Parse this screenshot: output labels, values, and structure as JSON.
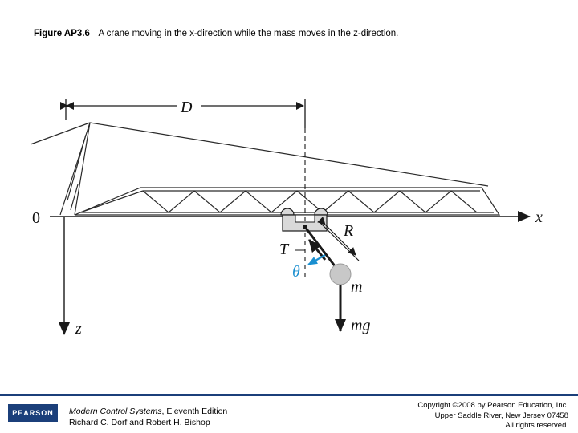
{
  "caption": {
    "figure_number": "Figure AP3.6",
    "text": "A crane moving in the x-direction while the mass moves in the z-direction."
  },
  "diagram": {
    "labels": {
      "D": "D",
      "origin": "0",
      "x_axis": "x",
      "z_axis": "z",
      "R": "R",
      "T": "T",
      "theta": "θ",
      "m": "m",
      "mg": "mg"
    },
    "colors": {
      "line": "#1a1a1a",
      "angle_arrow": "#1a8fd0",
      "mass": "#c8c8c8"
    }
  },
  "footer": {
    "logo": "PEARSON",
    "book_title": "Modern Control Systems",
    "book_edition": ", Eleventh Edition",
    "authors": "Richard C. Dorf and Robert H. Bishop",
    "copyright_line1": "Copyright ©2008 by Pearson Education, Inc.",
    "copyright_line2": "Upper Saddle River, New Jersey 07458",
    "copyright_line3": "All rights reserved.",
    "rule_color": "#1b3f7a"
  }
}
